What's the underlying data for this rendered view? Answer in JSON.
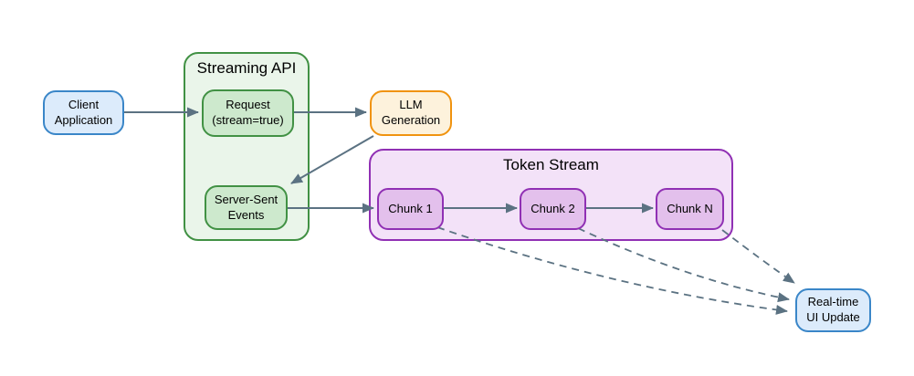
{
  "colors": {
    "blue-fill": "#dcebfb",
    "blue-stroke": "#3a86c8",
    "green-container-fill": "#eaf5ea",
    "green-node-fill": "#cde9cd",
    "green-stroke": "#419144",
    "orange-fill": "#fdf2dc",
    "orange-stroke": "#f0930f",
    "purple-container-fill": "#f3e2f8",
    "purple-node-fill": "#e3c0ec",
    "purple-stroke": "#9030b4",
    "edge": "#5b7282",
    "text": "#000000"
  },
  "containers": {
    "streaming_api": {
      "title": "Streaming API"
    },
    "token_stream": {
      "title": "Token Stream"
    }
  },
  "nodes": {
    "client": {
      "label": "Client\nApplication"
    },
    "request": {
      "label": "Request\n(stream=true)"
    },
    "sse": {
      "label": "Server-Sent\nEvents"
    },
    "llm": {
      "label": "LLM\nGeneration"
    },
    "chunk1": {
      "label": "Chunk 1"
    },
    "chunk2": {
      "label": "Chunk 2"
    },
    "chunkN": {
      "label": "Chunk N"
    },
    "realtime": {
      "label": "Real-time\nUI Update"
    }
  },
  "edges": [
    {
      "from": "client",
      "to": "request",
      "style": "solid"
    },
    {
      "from": "request",
      "to": "llm",
      "style": "solid"
    },
    {
      "from": "llm",
      "to": "sse",
      "style": "solid"
    },
    {
      "from": "sse",
      "to": "chunk1",
      "style": "solid"
    },
    {
      "from": "chunk1",
      "to": "chunk2",
      "style": "solid"
    },
    {
      "from": "chunk2",
      "to": "chunkN",
      "style": "solid"
    },
    {
      "from": "chunk1",
      "to": "realtime",
      "style": "dashed"
    },
    {
      "from": "chunk2",
      "to": "realtime",
      "style": "dashed"
    },
    {
      "from": "chunkN",
      "to": "realtime",
      "style": "dashed"
    }
  ]
}
